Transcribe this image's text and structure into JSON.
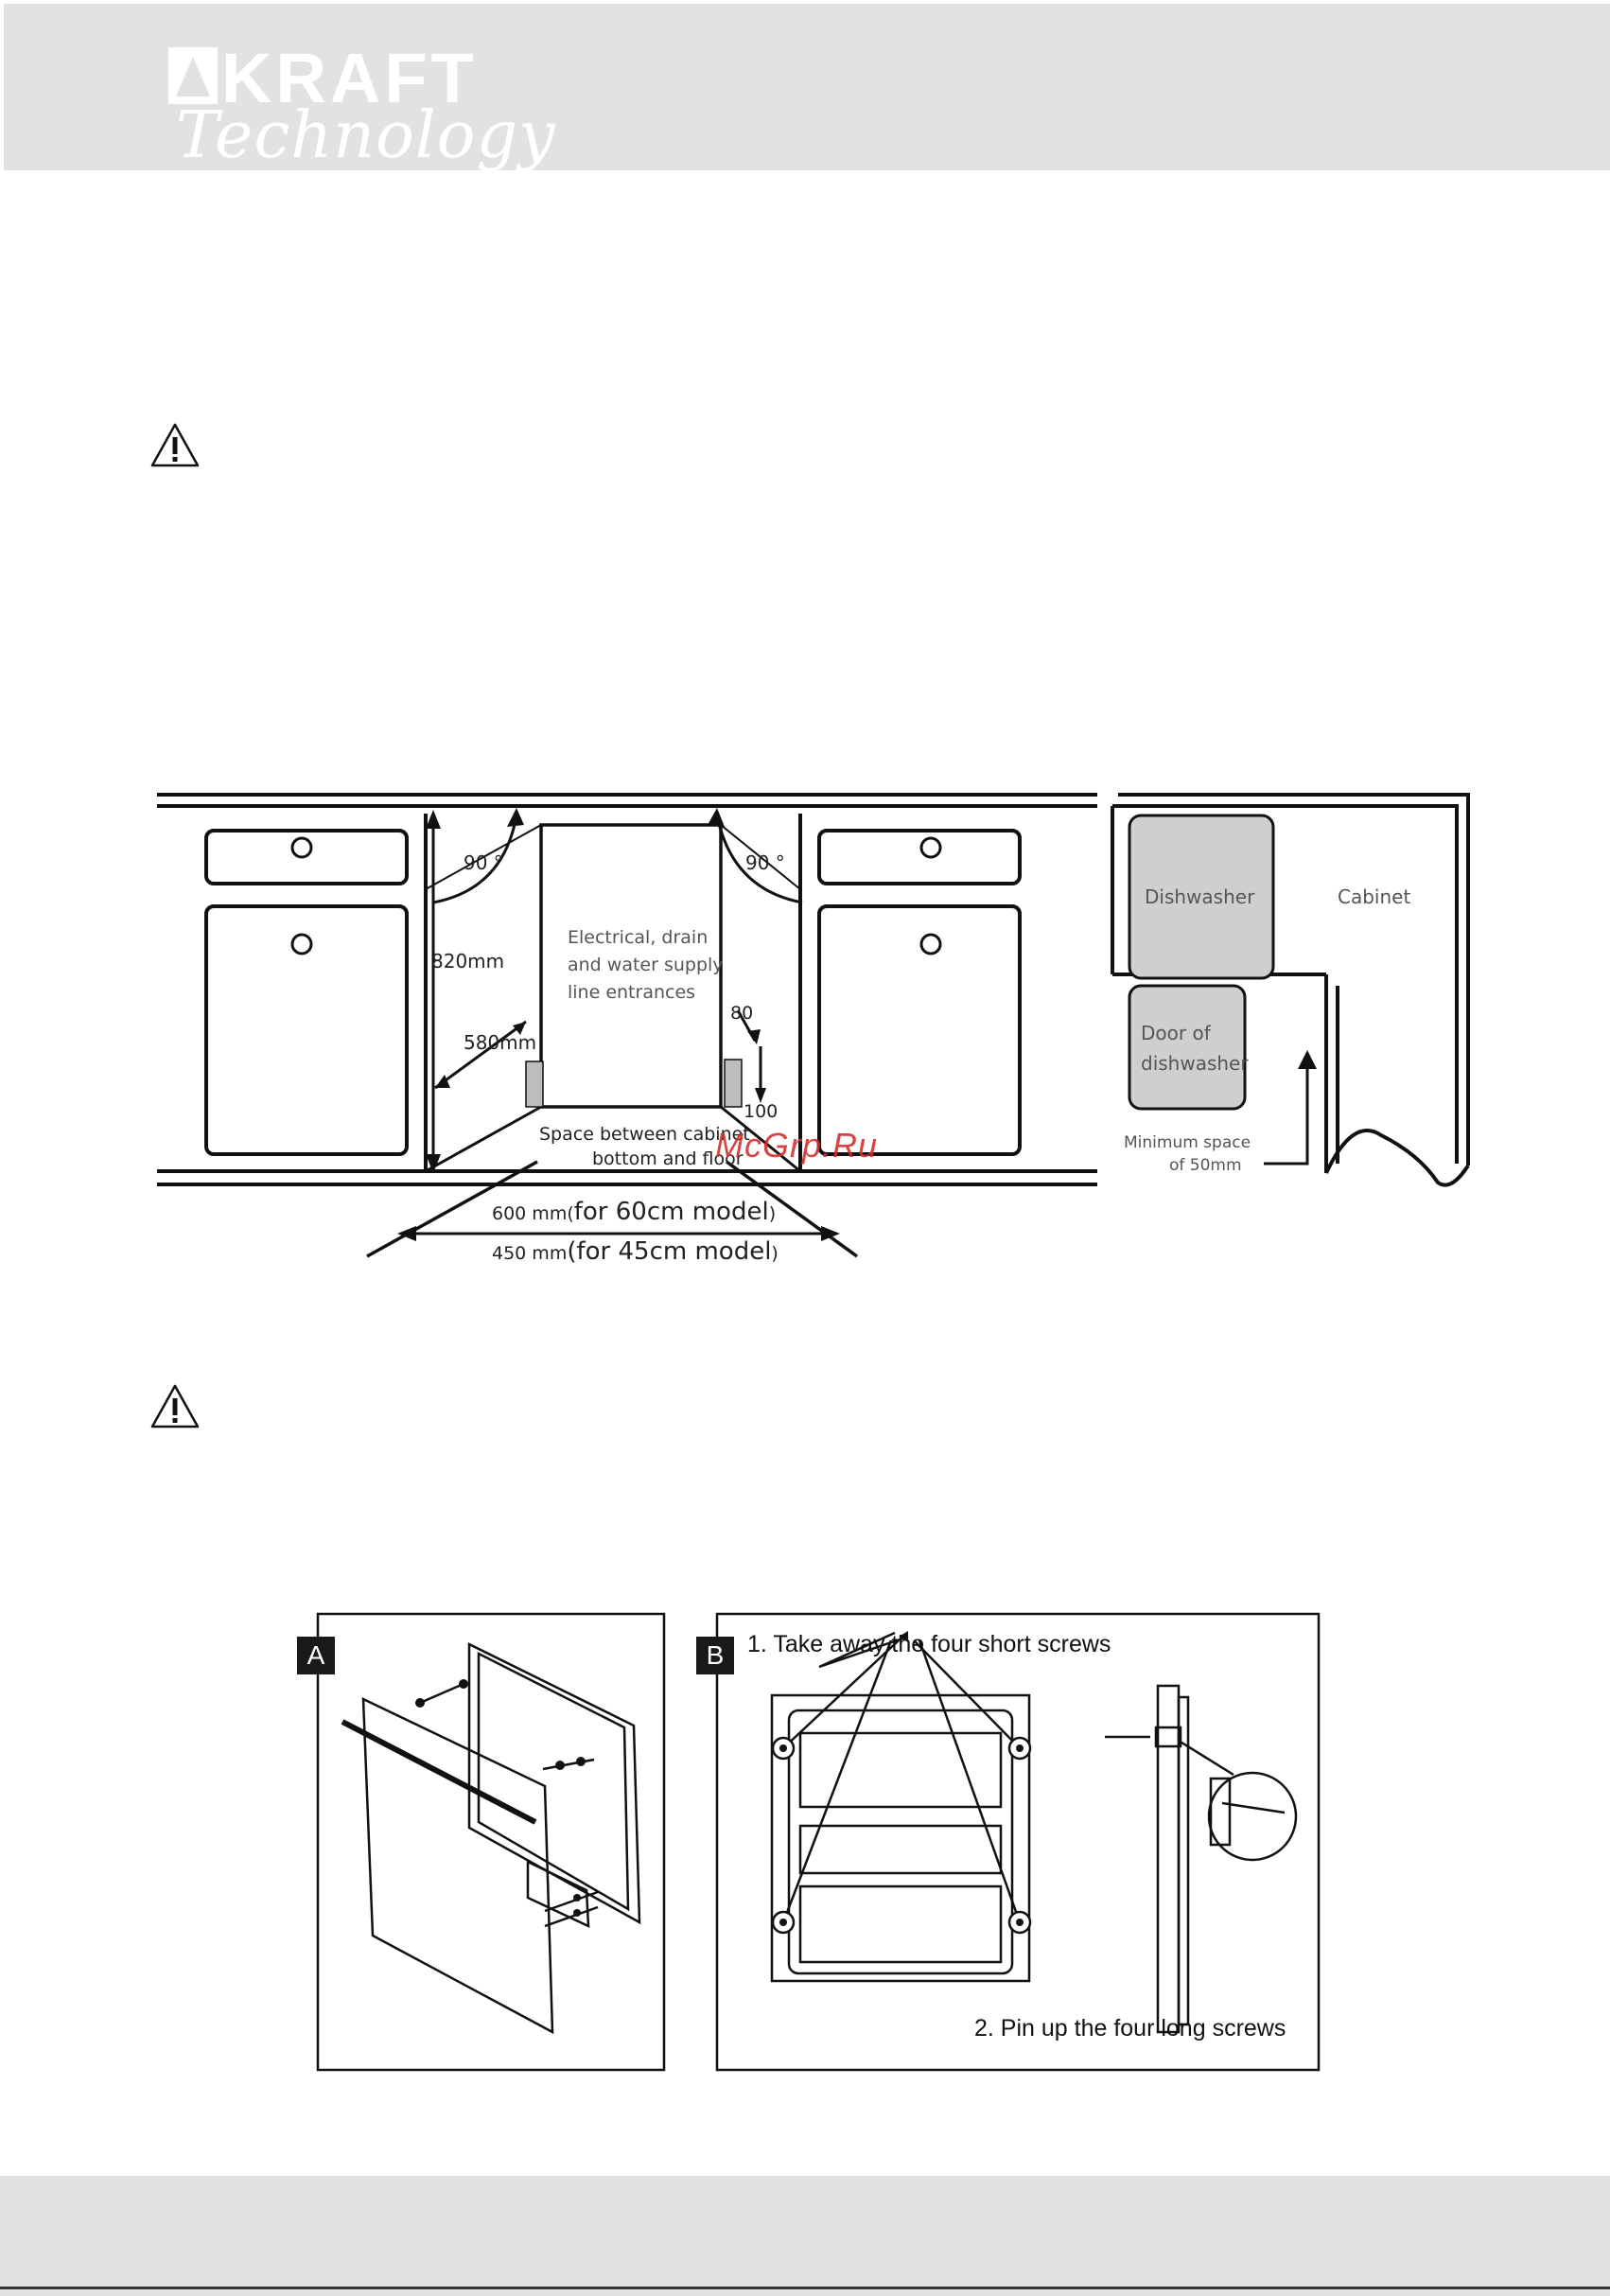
{
  "brand": {
    "name": "KRAFT",
    "tagline": "Technology"
  },
  "installation_diagram": {
    "angle_left": "90 °",
    "angle_right": "90 °",
    "height": "820mm",
    "depth": "580mm",
    "entrances_line1": "Electrical, drain",
    "entrances_line2": "and water supply",
    "entrances_line3": "line entrances",
    "dim_80": "80",
    "dim_100": "100",
    "space_line1": "Space between cabinet",
    "space_line2": "bottom and floor",
    "width_60_mm": "600 mm(",
    "width_60_model": "for 60cm model",
    "width_60_close": ")",
    "width_45_mm": "450 mm",
    "width_45_model": "(for 45cm model",
    "width_45_close": ")",
    "dishwasher": "Dishwasher",
    "cabinet": "Cabinet",
    "door_line1": "Door of",
    "door_line2": "dishwasher",
    "min_space_line1": "Minimum space",
    "min_space_line2": "of 50mm"
  },
  "watermark": "McGrp.Ru",
  "door_figures": {
    "tag_a": "A",
    "tag_b": "B",
    "step1": "1. Take away the four short screws",
    "step2": "2. Pin up the four long screws"
  },
  "colors": {
    "band": "#e2e2e2",
    "accent_watermark": "#d23030",
    "grey_fill": "#cfcfcf"
  }
}
